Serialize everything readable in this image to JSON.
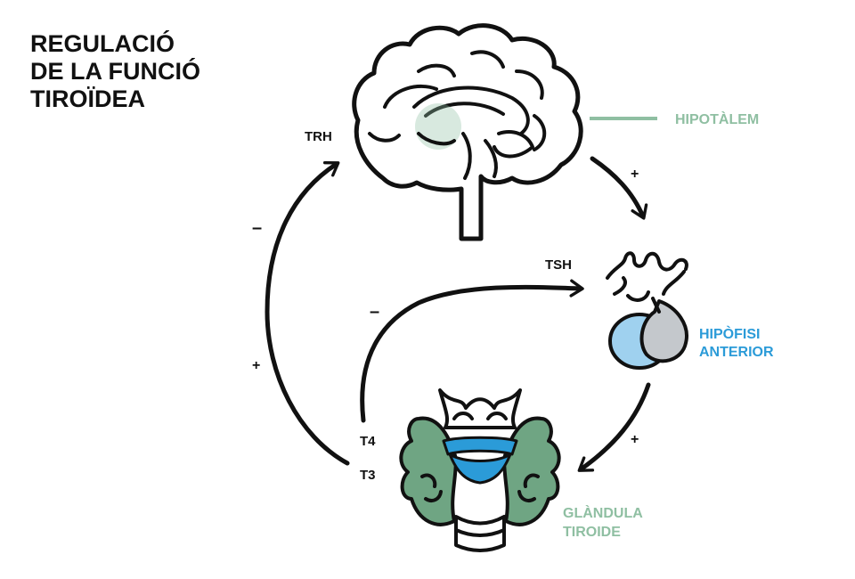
{
  "title": [
    "REGULACIÓ",
    "DE LA FUNCIÓ",
    "TIROÏDEA"
  ],
  "organs": {
    "hypothalamus": "HIPOTÀLEM",
    "pituitary": [
      "HIPÒFISI",
      "ANTERIOR"
    ],
    "thyroid": [
      "GLÀNDULA",
      "TIROIDE"
    ]
  },
  "hormones": {
    "trh": "TRH",
    "tsh": "TSH",
    "t4": "T4",
    "t3": "T3"
  },
  "signs": {
    "hypo_to_pit": "+",
    "pit_to_thy": "+",
    "t3_to_trh_neg": "–",
    "t3_to_trh_pos": "+",
    "t4_to_tsh_neg": "–"
  },
  "colors": {
    "hypothalamus": "#8fbfa2",
    "pituitary": "#2b9bd8",
    "pituitary_fill": "#9fd1ef",
    "pituitary_gray": "#c4c8cc",
    "thyroid": "#8fbfa2",
    "thyroid_fill": "#6fa583",
    "isthmus": "#2b9bd8"
  },
  "icons": [
    "brain-icon",
    "pituitary-gland-icon",
    "thyroid-gland-icon"
  ]
}
